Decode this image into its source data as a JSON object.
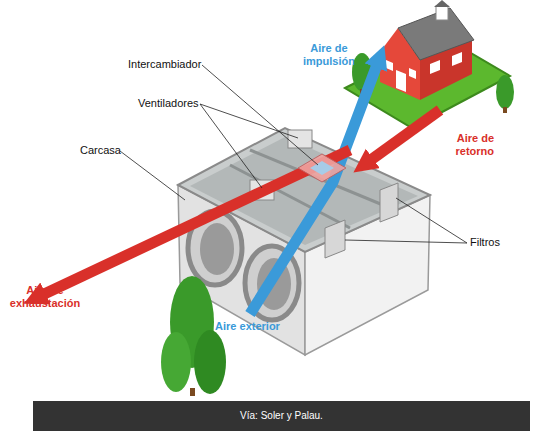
{
  "diagram": {
    "caption": "Vía: Soler y Palau.",
    "labels": [
      "Intercambiador",
      "Ventiladores",
      "Carcasa",
      "Aire de impulsión",
      "Aire de retorno",
      "Filtros",
      "Aire de exhaustación",
      "Aire exterior"
    ]
  }
}
